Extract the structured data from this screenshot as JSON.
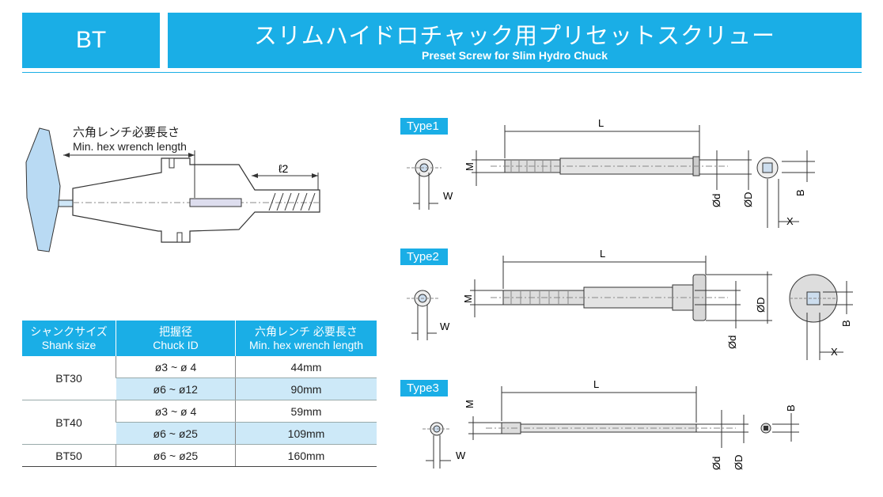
{
  "header": {
    "series": "BT",
    "title_jp": "スリムハイドロチャック用プリセットスクリュー",
    "title_en": "Preset Screw for Slim Hydro Chuck"
  },
  "chuck_diagram": {
    "label_jp": "六角レンチ必要長さ",
    "label_en": "Min. hex wrench length",
    "dim_l2": "ℓ2"
  },
  "table": {
    "headers": [
      {
        "jp": "シャンクサイズ",
        "en": "Shank size"
      },
      {
        "jp": "把握径",
        "en": "Chuck ID"
      },
      {
        "jp": "六角レンチ 必要長さ",
        "en": "Min. hex wrench length"
      }
    ],
    "rows": [
      {
        "shank": "BT30",
        "range": "ø3 ~ ø 4",
        "length": "44mm"
      },
      {
        "shank": "",
        "range": "ø6 ~ ø12",
        "length": "90mm"
      },
      {
        "shank": "BT40",
        "range": "ø3 ~ ø 4",
        "length": "59mm"
      },
      {
        "shank": "",
        "range": "ø6 ~ ø25",
        "length": "109mm"
      },
      {
        "shank": "BT50",
        "range": "ø6 ~ ø25",
        "length": "160mm"
      }
    ]
  },
  "types": [
    {
      "label": "Type1",
      "dims": {
        "L": "L",
        "M": "M",
        "W": "W",
        "d": "Ød",
        "D": "ØD",
        "B": "B",
        "X": "X"
      }
    },
    {
      "label": "Type2",
      "dims": {
        "L": "L",
        "M": "M",
        "W": "W",
        "d": "Ød",
        "D": "ØD",
        "B": "B",
        "X": "X"
      }
    },
    {
      "label": "Type3",
      "dims": {
        "L": "L",
        "M": "M",
        "W": "W",
        "d": "Ød",
        "D": "ØD",
        "B": "B"
      }
    }
  ],
  "colors": {
    "accent": "#1aaee6",
    "row_alt": "#cde9f8"
  }
}
